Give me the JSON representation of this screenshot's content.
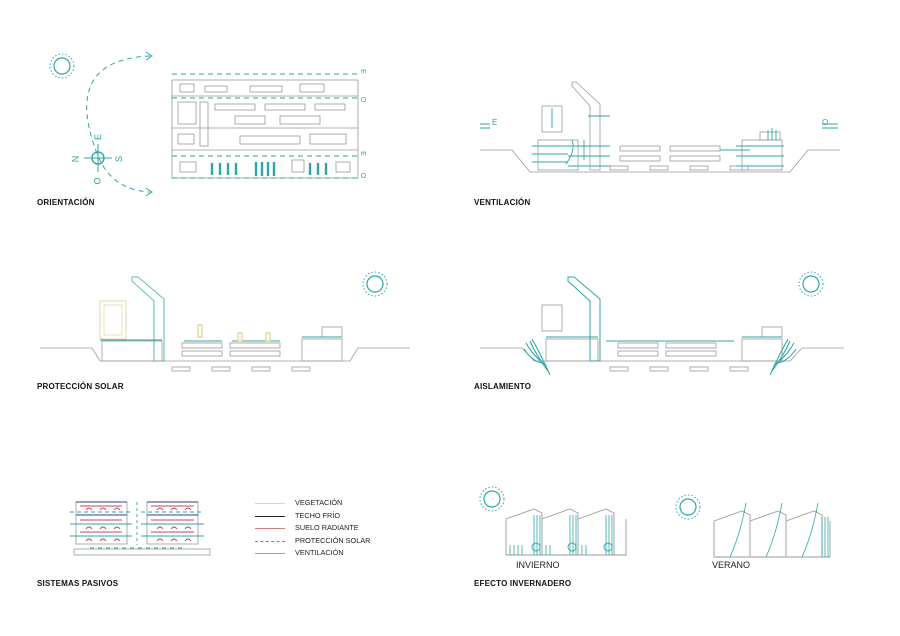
{
  "panels": {
    "orientacion": {
      "caption": "ORIENTACIÓN",
      "compass": [
        "N",
        "E",
        "S",
        "O"
      ],
      "axis_labels": [
        "E",
        "O",
        "E",
        "O"
      ]
    },
    "ventilacion": {
      "caption": "VENTILACIÓN",
      "wind_left": "E",
      "wind_right": "O"
    },
    "proteccion": {
      "caption": "PROTECCIÓN SOLAR"
    },
    "aislamiento": {
      "caption": "AISLAMIENTO"
    },
    "sistemas": {
      "caption": "SISTEMAS PASIVOS"
    },
    "invernadero": {
      "caption": "EFECTO INVERNADERO",
      "winter": "INVIERNO",
      "summer": "VERANO"
    }
  },
  "legend": [
    {
      "label": "VEGETACIÓN",
      "color": "#e3d9a0",
      "style": "solid"
    },
    {
      "label": "TECHO FRÍO",
      "color": "#222222",
      "style": "solid"
    },
    {
      "label": "SUELO RADIANTE",
      "color": "#d07b84",
      "style": "solid"
    },
    {
      "label": "PROTECCIÓN SOLAR",
      "color": "#2fa6a6",
      "style": "dashed"
    },
    {
      "label": "VENTILACIÓN",
      "color": "#5cc6c6",
      "style": "solid"
    }
  ],
  "colors": {
    "teal": "#2fa6a6",
    "line": "#8a8a8a",
    "red": "#c0485a",
    "navy": "#34427e"
  }
}
